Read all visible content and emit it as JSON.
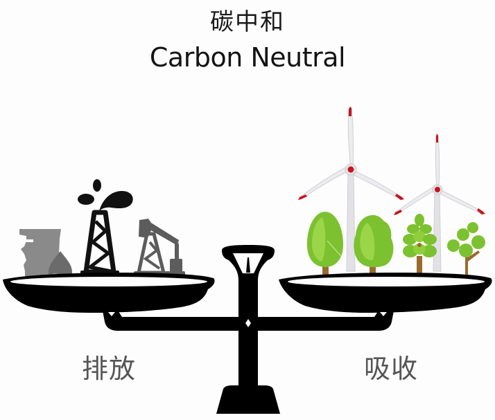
{
  "header": {
    "title_cn": "碳中和",
    "title_en": "Carbon Neutral"
  },
  "scale": {
    "left_pan": {
      "label": "排放",
      "icons": [
        "coal-barrel-icon",
        "oil-drop-icon",
        "oil-derrick-gusher-icon",
        "pumpjack-icon"
      ]
    },
    "right_pan": {
      "label": "吸收",
      "icons": [
        "wind-turbine-icon",
        "wind-turbine-icon",
        "round-tree-icon",
        "bushy-tree-icon",
        "pine-tree-icon",
        "branch-tree-icon"
      ]
    }
  },
  "colors": {
    "scale": "#000000",
    "label_text": "#555555",
    "fossil_dark": "#111111",
    "fossil_gray": "#6b6b6b",
    "fossil_light_gray": "#8a8a8a",
    "tree_green": "#7cc12f",
    "tree_light_green": "#9ad647",
    "trunk_brown": "#9a6a2e",
    "turbine_white": "#e9e9ec",
    "turbine_red": "#c8141e"
  }
}
